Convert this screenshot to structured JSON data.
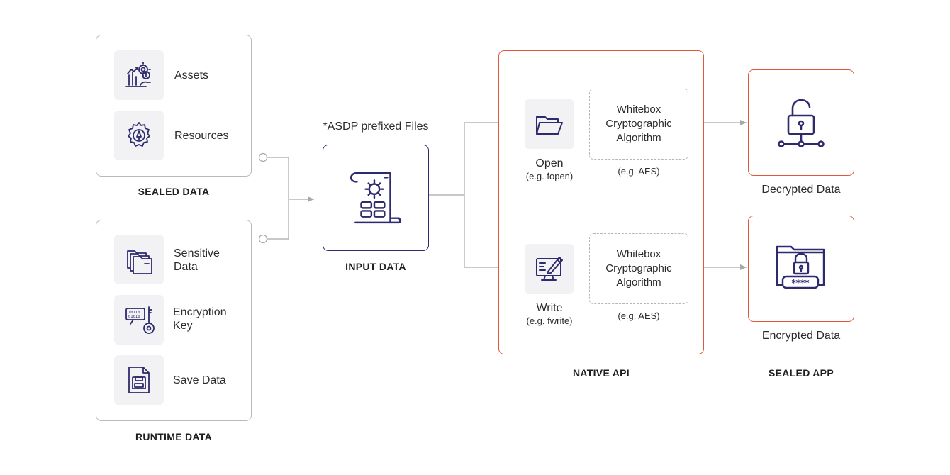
{
  "sealed_data": {
    "caption": "SEALED DATA",
    "items": [
      {
        "label": "Assets",
        "icon": "assets-chart-icon"
      },
      {
        "label": "Resources",
        "icon": "resources-gear-icon"
      }
    ]
  },
  "runtime_data": {
    "caption": "RUNTIME DATA",
    "items": [
      {
        "label_line1": "Sensitive",
        "label_line2": "Data",
        "icon": "folders-icon"
      },
      {
        "label_line1": "Encryption",
        "label_line2": "Key",
        "icon": "binary-key-icon"
      },
      {
        "label_line1": "Save Data",
        "label_line2": "",
        "icon": "save-file-icon"
      }
    ]
  },
  "input_data": {
    "top_label": "*ASDP prefixed Files",
    "caption": "INPUT DATA",
    "icon": "scroll-gear-icon"
  },
  "native_api": {
    "caption": "NATIVE API",
    "open": {
      "label": "Open",
      "sub": "(e.g. fopen)",
      "icon": "folder-open-icon"
    },
    "write": {
      "label": "Write",
      "sub": "(e.g. fwrite)",
      "icon": "monitor-edit-icon"
    },
    "algorithm": {
      "line1": "Whitebox",
      "line2": "Cryptographic",
      "line3": "Algorithm",
      "example": "(e.g. AES)"
    }
  },
  "sealed_app": {
    "caption": "SEALED APP",
    "decrypted": {
      "label": "Decrypted Data",
      "icon": "unlocked-padlock-network-icon"
    },
    "encrypted": {
      "label": "Encrypted Data",
      "icon": "locked-folder-password-icon"
    }
  },
  "colors": {
    "icon_stroke": "#2e2a6e",
    "accent_border": "#e0583a",
    "group_border": "#b9b9bd",
    "connector": "#a8a8a8",
    "tile_bg": "#f2f2f5"
  }
}
